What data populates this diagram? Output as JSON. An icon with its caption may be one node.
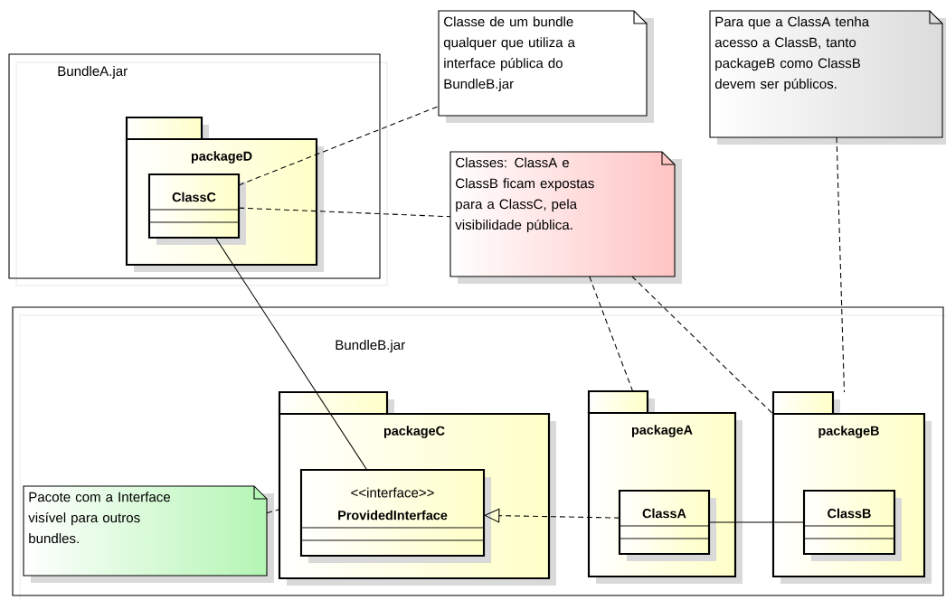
{
  "diagram": {
    "nodes": [
      {
        "text": [
          "BundleA.jar"
        ]
      },
      {
        "text": [
          "packageD"
        ],
        "in": 0
      },
      {
        "text": [
          "ClassC"
        ],
        "in": 1
      },
      {
        "text": [
          "Classe de um bundle qualquer que utiliza a interface pública do BundleB.jar"
        ]
      },
      {
        "text": [
          "Classes: ClassA e ClassB ficam expostas para a ClassC, pela visibilidade pública."
        ]
      },
      {
        "text": [
          "Para que a ClassA tenha acesso a ClassB, tanto packageB como ClassB devem ser públicos."
        ]
      },
      {
        "text": [
          "BundleB.jar"
        ]
      },
      {
        "text": [
          "packageC"
        ],
        "in": 6
      },
      {
        "text": [
          "<<interface>>",
          "ProvidedInterface"
        ],
        "in": 7
      },
      {
        "text": [
          "packageA"
        ],
        "in": 6
      },
      {
        "text": [
          "ClassA"
        ],
        "in": 9
      },
      {
        "text": [
          "packageB"
        ],
        "in": 6
      },
      {
        "text": [
          "ClassB"
        ],
        "in": 11
      },
      {
        "text": [
          "Pacote com a Interface visível para outros bundles."
        ],
        "in": 6
      }
    ],
    "edges": [
      {
        "from": 2,
        "to": 3,
        "arrow": "none",
        "style": "dashed"
      },
      {
        "from": 2,
        "to": 4,
        "arrow": "none",
        "style": "dashed"
      },
      {
        "from": 2,
        "to": 8,
        "arrow": "none"
      },
      {
        "from": 4,
        "to": 9,
        "arrow": "none",
        "style": "dashed"
      },
      {
        "from": 4,
        "to": 11,
        "arrow": "none",
        "style": "dashed"
      },
      {
        "from": 5,
        "to": 11,
        "arrow": "none",
        "style": "dashed"
      },
      {
        "from": 13,
        "to": 7,
        "arrow": "none",
        "style": "dashed"
      },
      {
        "from": 10,
        "to": 8,
        "arrow": "to",
        "style": "dashed"
      },
      {
        "from": 10,
        "to": 12,
        "arrow": "none"
      }
    ]
  }
}
